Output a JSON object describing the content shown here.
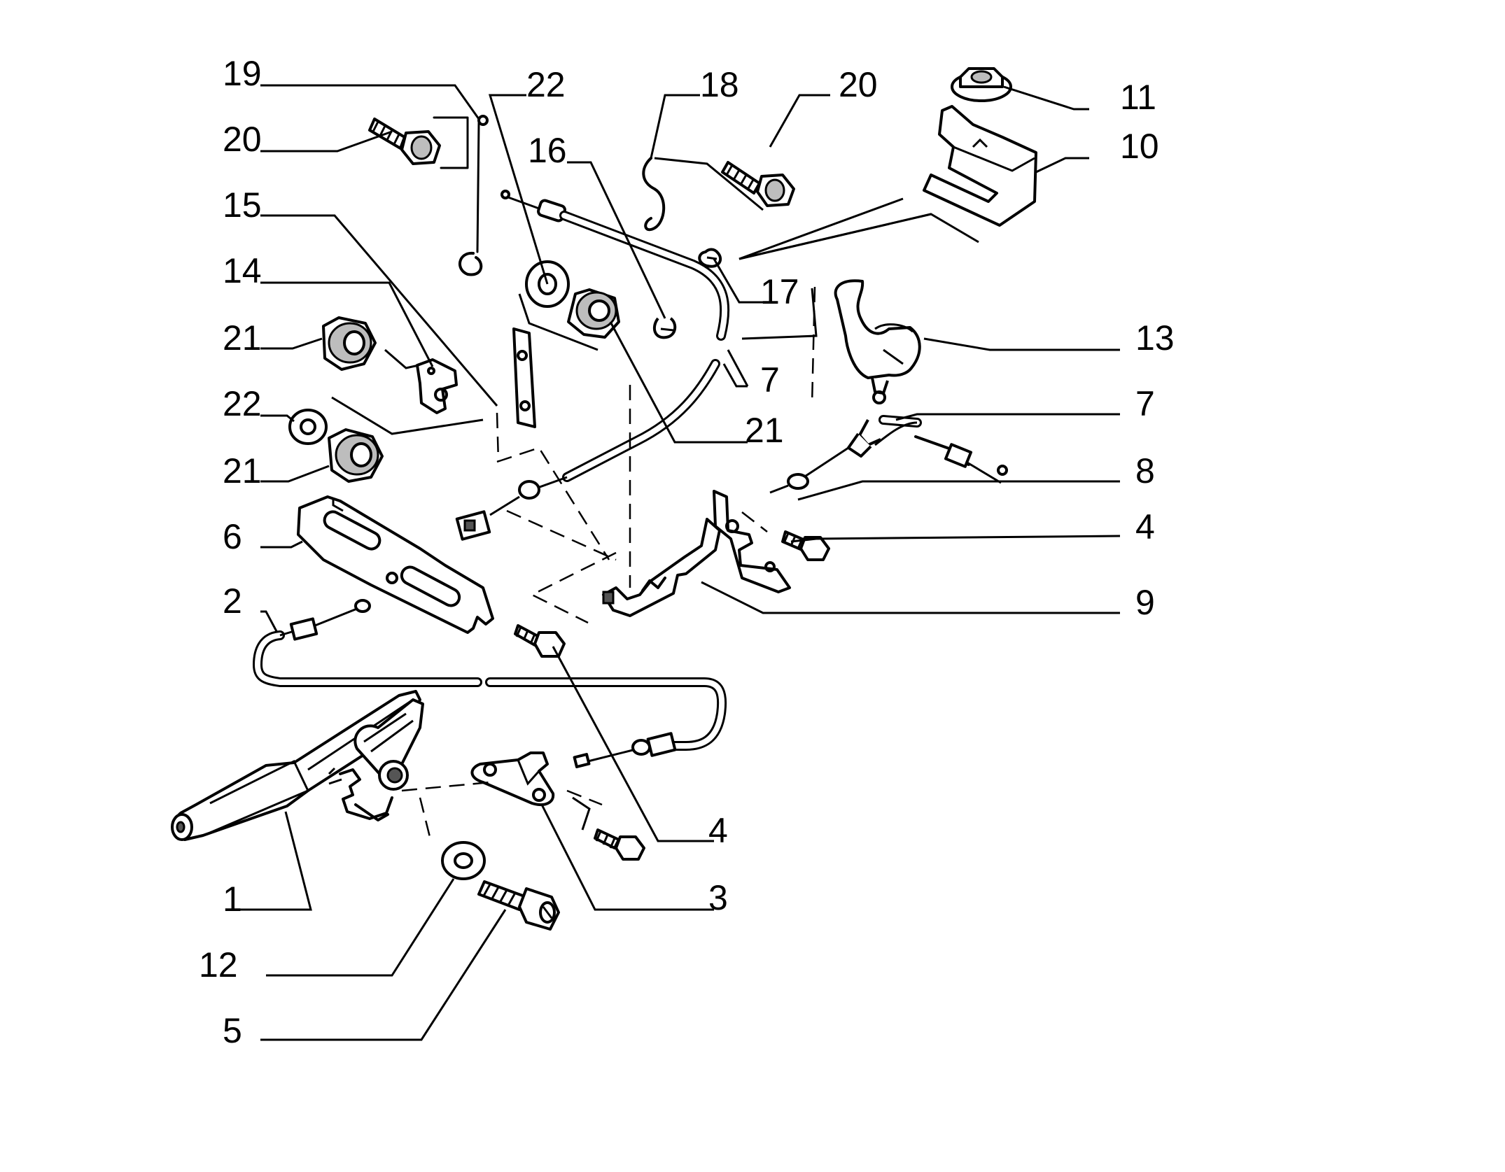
{
  "callouts": {
    "c19": "19",
    "c22a": "22",
    "c18": "18",
    "c20b": "20",
    "c11": "11",
    "c20a": "20",
    "c16": "16",
    "c10": "10",
    "c15": "15",
    "c14": "14",
    "c17": "17",
    "c13": "13",
    "c21a": "21",
    "c7a": "7",
    "c22b": "22",
    "c21b": "21",
    "c7b": "7",
    "c21c": "21",
    "c8": "8",
    "c6": "6",
    "c4a": "4",
    "c2": "2",
    "c9": "9",
    "c4b": "4",
    "c3": "3",
    "c1": "1",
    "c12": "12",
    "c5": "5"
  }
}
